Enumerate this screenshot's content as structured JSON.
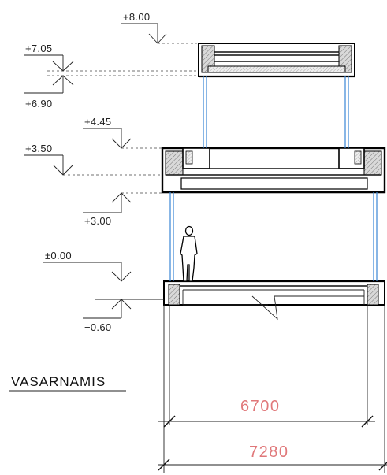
{
  "drawing": {
    "title": "VASARNAMIS",
    "levels": {
      "l800": "+8.00",
      "l705": "+7.05",
      "l690": "+6.90",
      "l445": "+4.45",
      "l350": "+3.50",
      "l300": "+3.00",
      "l000": "±0.00",
      "lm060": "−0.60"
    },
    "dimensions": {
      "inner": "6700",
      "outer": "7280"
    },
    "colors": {
      "dimension_text": "#e0787a",
      "glazing": "#3a86d6",
      "lines": "#111111"
    }
  }
}
